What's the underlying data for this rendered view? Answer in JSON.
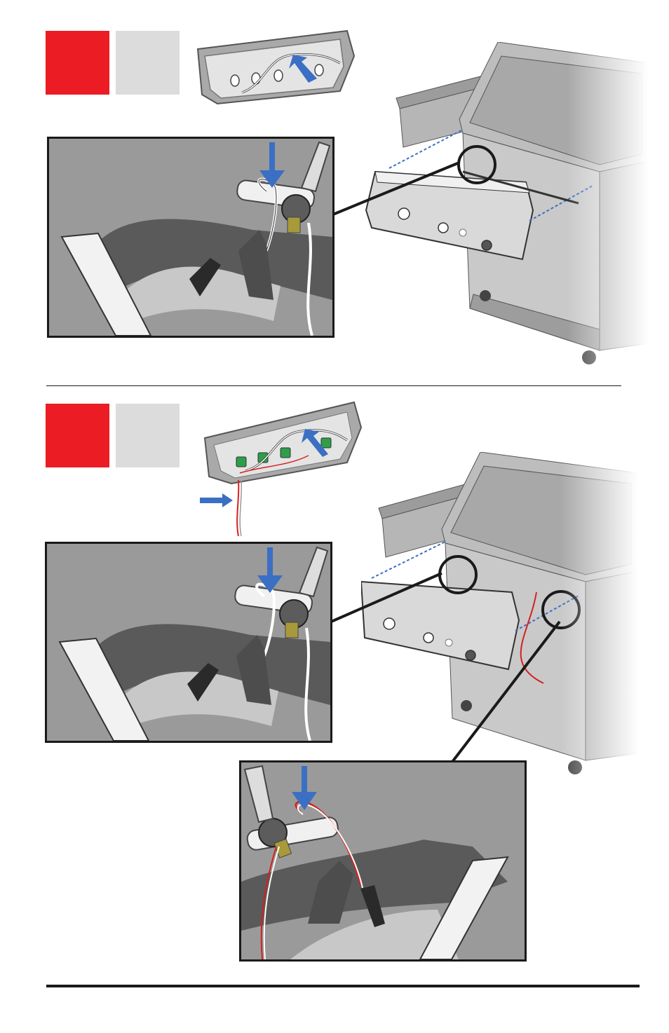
{
  "steps": [
    {
      "number": "",
      "sub_number": "",
      "accent_color": "#ec1c24",
      "secondary_color": "#dcdcdc"
    },
    {
      "number": "",
      "sub_number": "",
      "accent_color": "#ec1c24",
      "secondary_color": "#dcdcdc"
    }
  ],
  "colors": {
    "arrow_blue": "#3b6fc4",
    "wire_red": "#d62020",
    "panel_gray": "#9a9a9a",
    "grill_gray": "#b4b4b4",
    "frame_black": "#1a1a1a",
    "indicator_green": "#2e9e4a"
  },
  "icons": [
    "control-panel-illustration",
    "grill-illustration",
    "ignition-closeup-illustration",
    "push-arrow-icon"
  ]
}
